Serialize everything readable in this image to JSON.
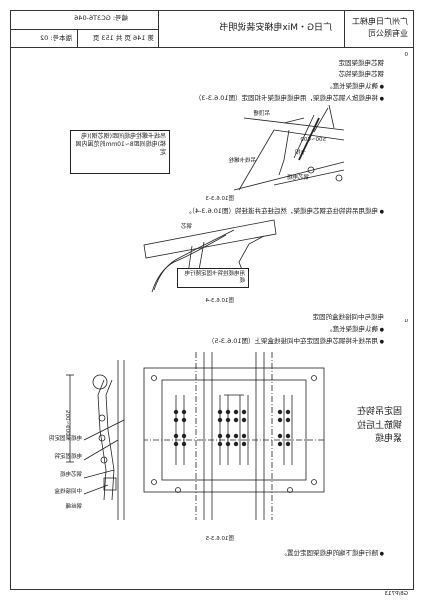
{
  "header": {
    "company": "广州广日电梯工业有限公司",
    "doc_title": "广日G・Mix电梯安装说明书",
    "code_label": "编号: GC3T6-046",
    "page_label": "第 146 页 共 153 页",
    "version_label": "版本号: 02"
  },
  "section_marker": "0",
  "items": [
    "钢芯电缆架固定",
    "钢芯电缆架钩芯",
    "确认电缆架长度。",
    "将电缆放入钢芯电缆架，用电缆电缆架卡扣固定（图10.6.3-3）",
    "钢芯电缆架"
  ],
  "fig1": {
    "caption": "图10.6.3-3",
    "note": "吊线卡螺栓电缆间距(钢芯钢)(电梯)电缆间距8~10mm的范围内固定",
    "labels": [
      "吊顶槽",
      "卡扣",
      "500~600",
      "钢芯电缆",
      "吊线卡螺栓"
    ]
  },
  "bullet2": "电缆用吊钩钩住在钢芯电缆架，然后挂在井道挂钩（图10.6.3-4）。",
  "fig2": {
    "caption": "图10.6.3-4",
    "labels": [
      "钢芯",
      "用电缆挂钩卡固定随行电缆"
    ]
  },
  "section_u": "u",
  "items2": [
    "电缆与中间接线盒的固定",
    "确认电缆架长度。",
    "用吊线卡将钢芯电缆固定在中间接线盒架上（图10.6.3-5）"
  ],
  "fig3": {
    "caption": "图10.6.3-5",
    "side_note": "固定吊钩在钢筋上后拉紧电缆",
    "left_labels": [
      "电缆架固定钩",
      "电缆固定钩",
      "钢芯电缆",
      "中间接线盒",
      "钢丝绳"
    ],
    "dim_label": "500~600"
  },
  "bottom_bullet": "随行电缆下端的电缆架固定位置。",
  "footer_num": "G8/P713"
}
